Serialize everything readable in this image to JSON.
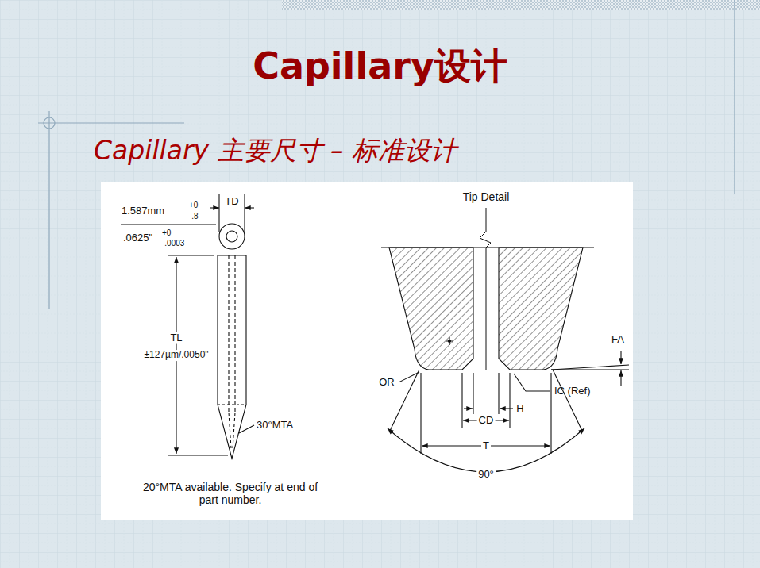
{
  "diagram": {
    "title": "Capillary设计",
    "labels": [
      "Capillary 主要尺寸 – 标准设计",
      "1.587mm",
      "+0",
      "-.8",
      ".0625\"",
      "+0",
      "-.0003",
      "TD",
      "TL",
      "±127µm/.0050\"",
      "30°MTA",
      "20°MTA available. Specify at end of part number.",
      "Tip Detail",
      "FA",
      "OR",
      "IC (Ref)",
      "H",
      "CD",
      "T",
      "90°"
    ]
  }
}
